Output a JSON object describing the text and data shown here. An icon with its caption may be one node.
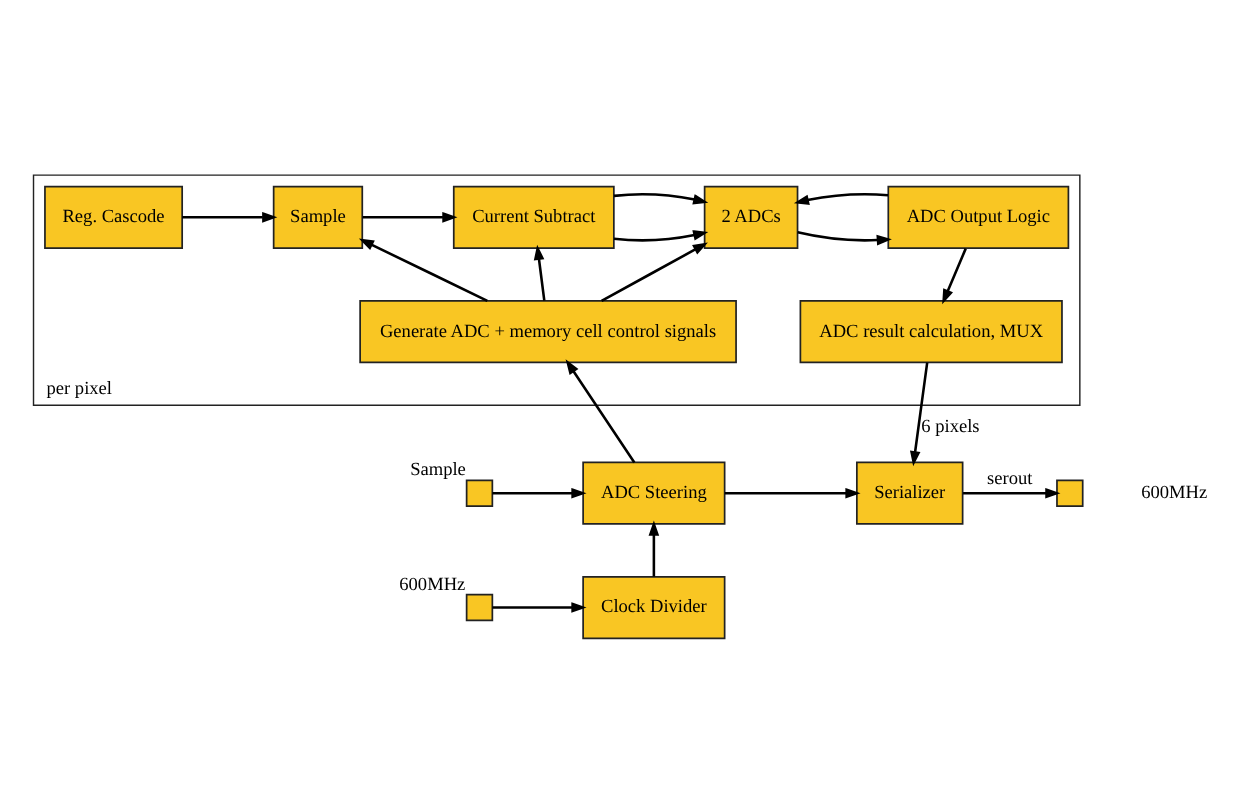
{
  "diagram": {
    "nodes": [
      {
        "text": [
          "per pixel"
        ]
      },
      {
        "text": [
          "Reg. Cascode"
        ],
        "in": 0
      },
      {
        "text": [
          "Sample"
        ],
        "in": 0
      },
      {
        "text": [
          "Current Subtract"
        ],
        "in": 0
      },
      {
        "text": [
          "2 ADCs"
        ],
        "in": 0
      },
      {
        "text": [
          "ADC Output Logic"
        ],
        "in": 0
      },
      {
        "text": [
          "Generate ADC + memory cell control signals"
        ],
        "in": 0
      },
      {
        "text": [
          "ADC result calculation, MUX"
        ],
        "in": 0
      },
      {
        "text": [],
        "shape": "box",
        "beside": [
          "Sample"
        ]
      },
      {
        "text": [
          "ADC Steering"
        ]
      },
      {
        "text": [
          "Serializer"
        ]
      },
      {
        "text": [],
        "shape": "box"
      },
      {
        "text": [
          "Clock Divider"
        ]
      },
      {
        "text": [],
        "shape": "box",
        "beside": [
          "600MHz"
        ]
      }
    ],
    "edges": [
      {
        "from": 1,
        "to": 2,
        "arrow": "to"
      },
      {
        "from": 2,
        "to": 3,
        "arrow": "to"
      },
      {
        "from": 3,
        "to": 4,
        "arrow": "to"
      },
      {
        "from": 3,
        "to": 4,
        "arrow": "to"
      },
      {
        "from": 4,
        "to": 5,
        "arrow": "to"
      },
      {
        "from": 5,
        "to": 4,
        "arrow": "to"
      },
      {
        "from": 6,
        "to": 2,
        "arrow": "to"
      },
      {
        "from": 6,
        "to": 3,
        "arrow": "to"
      },
      {
        "from": 6,
        "to": 4,
        "arrow": "to"
      },
      {
        "from": 5,
        "to": 7,
        "arrow": "to"
      },
      {
        "from": 7,
        "to": 10,
        "arrow": "to",
        "label": "6 pixels"
      },
      {
        "from": 9,
        "to": 6,
        "arrow": "to"
      },
      {
        "from": 8,
        "to": 9,
        "arrow": "to"
      },
      {
        "from": 9,
        "to": 10,
        "arrow": "to"
      },
      {
        "from": 10,
        "to": 11,
        "arrow": "to",
        "label": "serout"
      },
      {
        "from": 12,
        "to": 9,
        "arrow": "to"
      },
      {
        "from": 13,
        "to": 12,
        "arrow": "to"
      }
    ],
    "labels": [
      "600MHz"
    ]
  }
}
